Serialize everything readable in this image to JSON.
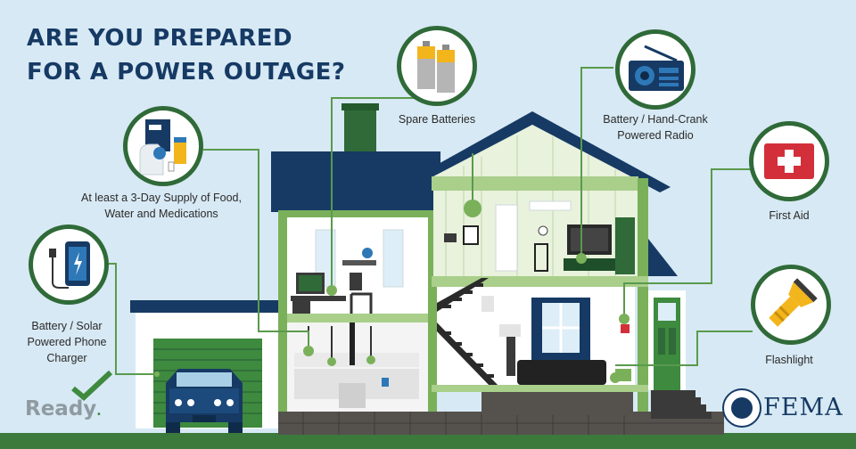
{
  "title": {
    "line1": "ARE YOU PREPARED",
    "line2": "FOR A POWER OUTAGE?"
  },
  "items": [
    {
      "label": "Spare Batteries",
      "icon": "batteries-icon"
    },
    {
      "label_lines": [
        "Battery / Hand-Crank",
        "Powered Radio"
      ],
      "icon": "radio-icon"
    },
    {
      "label_lines": [
        "At least a 3-Day Supply of Food,",
        "Water and Medications"
      ],
      "icon": "food-water-icon"
    },
    {
      "label": "First Aid",
      "icon": "first-aid-icon"
    },
    {
      "label_lines": [
        "Battery / Solar",
        "Powered Phone",
        "Charger"
      ],
      "icon": "phone-charger-icon"
    },
    {
      "label": "Flashlight",
      "icon": "flashlight-icon"
    }
  ],
  "brands": {
    "ready": "Ready",
    "ready_dot": ".",
    "fema": "FEMA"
  },
  "colors": {
    "background": "#d7e9f4",
    "title": "#163a64",
    "accent_green": "#2f6a38",
    "light_green": "#a9cf8b",
    "roof_navy": "#163a64",
    "first_aid_red": "#d32f3a",
    "flashlight_yellow": "#f2b51c"
  }
}
